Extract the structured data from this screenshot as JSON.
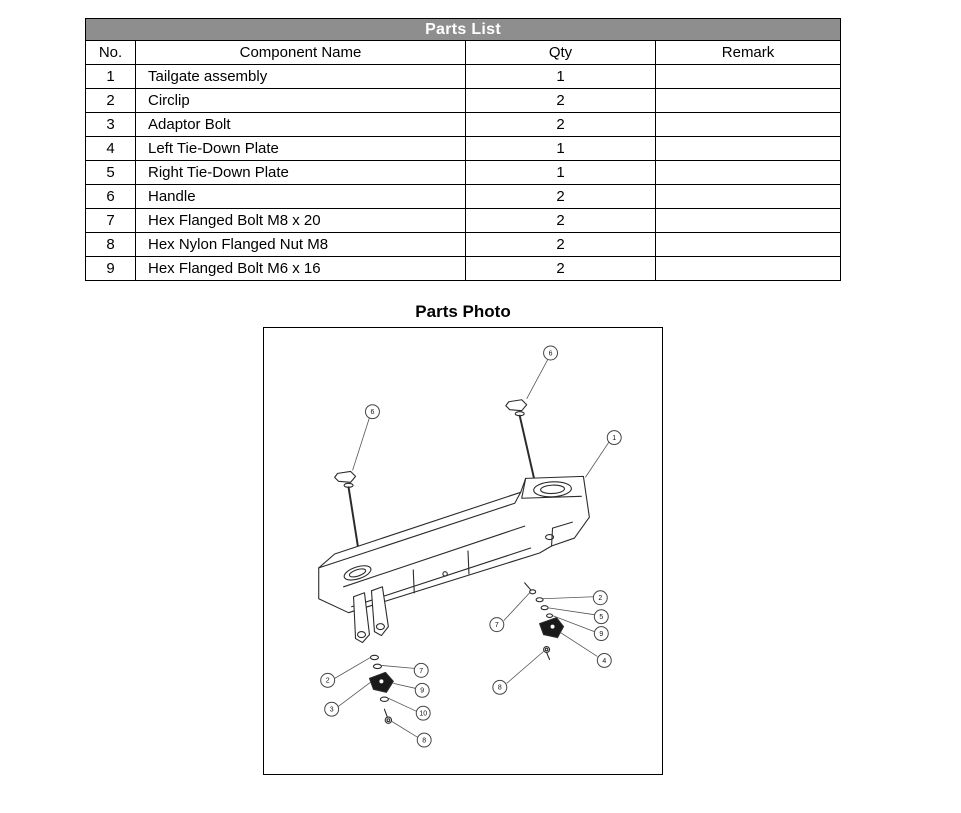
{
  "colors": {
    "table_header_bg": "#8e8e8e",
    "table_header_text": "#ffffff",
    "table_border": "#000000",
    "diagram_stroke": "#2b2b2b"
  },
  "parts_list": {
    "title": "Parts List",
    "columns": [
      "No.",
      "Component Name",
      "Qty",
      "Remark"
    ],
    "rows": [
      {
        "no": "1",
        "name": "Tailgate assembly",
        "qty": "1",
        "remark": ""
      },
      {
        "no": "2",
        "name": "Circlip",
        "qty": "2",
        "remark": ""
      },
      {
        "no": "3",
        "name": "Adaptor Bolt",
        "qty": "2",
        "remark": ""
      },
      {
        "no": "4",
        "name": "Left Tie-Down Plate",
        "qty": "1",
        "remark": ""
      },
      {
        "no": "5",
        "name": "Right Tie-Down Plate",
        "qty": "1",
        "remark": ""
      },
      {
        "no": "6",
        "name": "Handle",
        "qty": "2",
        "remark": ""
      },
      {
        "no": "7",
        "name": "Hex Flanged Bolt M8 x 20",
        "qty": "2",
        "remark": ""
      },
      {
        "no": "8",
        "name": "Hex Nylon Flanged Nut M8",
        "qty": "2",
        "remark": ""
      },
      {
        "no": "9",
        "name": "Hex Flanged Bolt M6 x 16",
        "qty": "2",
        "remark": ""
      }
    ]
  },
  "parts_photo": {
    "title": "Parts Photo",
    "callouts": [
      {
        "label": "6"
      },
      {
        "label": "6"
      },
      {
        "label": "1"
      },
      {
        "label": "2"
      },
      {
        "label": "5"
      },
      {
        "label": "7"
      },
      {
        "label": "9"
      },
      {
        "label": "4"
      },
      {
        "label": "8"
      },
      {
        "label": "2"
      },
      {
        "label": "7"
      },
      {
        "label": "3"
      },
      {
        "label": "9"
      },
      {
        "label": "10"
      },
      {
        "label": "8"
      }
    ]
  }
}
